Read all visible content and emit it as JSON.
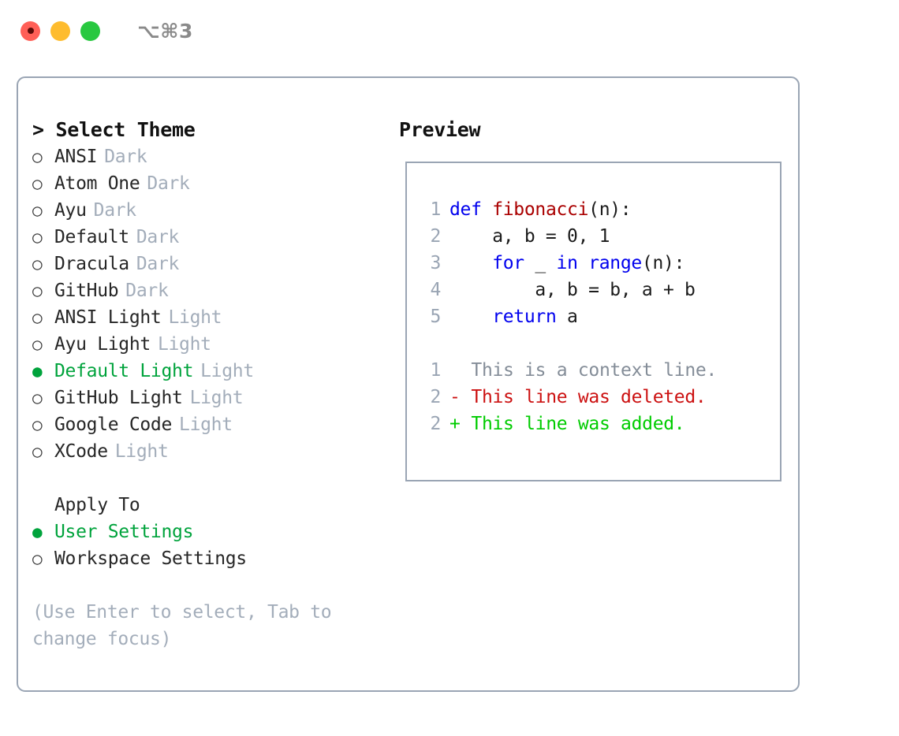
{
  "window": {
    "shortcut_label": "⌥⌘3",
    "traffic_lights": [
      "close",
      "minimize",
      "zoom"
    ],
    "accent_green": "#00a33c",
    "border_color": "#9aa5b4"
  },
  "left": {
    "header": "> Select Theme",
    "themes": [
      {
        "marker": "○",
        "name": "ANSI",
        "kind": "Dark",
        "selected": false
      },
      {
        "marker": "○",
        "name": "Atom One",
        "kind": "Dark",
        "selected": false
      },
      {
        "marker": "○",
        "name": "Ayu",
        "kind": "Dark",
        "selected": false
      },
      {
        "marker": "○",
        "name": "Default",
        "kind": "Dark",
        "selected": false
      },
      {
        "marker": "○",
        "name": "Dracula",
        "kind": "Dark",
        "selected": false
      },
      {
        "marker": "○",
        "name": "GitHub",
        "kind": "Dark",
        "selected": false
      },
      {
        "marker": "○",
        "name": "ANSI Light",
        "kind": "Light",
        "selected": false
      },
      {
        "marker": "○",
        "name": "Ayu Light",
        "kind": "Light",
        "selected": false
      },
      {
        "marker": "●",
        "name": "Default Light",
        "kind": "Light",
        "selected": true
      },
      {
        "marker": "○",
        "name": "GitHub Light",
        "kind": "Light",
        "selected": false
      },
      {
        "marker": "○",
        "name": "Google Code",
        "kind": "Light",
        "selected": false
      },
      {
        "marker": "○",
        "name": "XCode",
        "kind": "Light",
        "selected": false
      }
    ],
    "apply_to": {
      "title": "Apply To",
      "options": [
        {
          "marker": "●",
          "label": "User Settings",
          "selected": true
        },
        {
          "marker": "○",
          "label": "Workspace Settings",
          "selected": false
        }
      ]
    },
    "hint": "(Use Enter to select, Tab to change focus)"
  },
  "right": {
    "header": "Preview",
    "code_lines": [
      {
        "number": "1",
        "tokens": [
          {
            "text": "def ",
            "kind": "kw"
          },
          {
            "text": "fibonacci",
            "kind": "fn"
          },
          {
            "text": "(n):",
            "kind": "pl"
          }
        ]
      },
      {
        "number": "2",
        "tokens": [
          {
            "text": "    a, b = 0, 1",
            "kind": "pl"
          }
        ]
      },
      {
        "number": "3",
        "tokens": [
          {
            "text": "    ",
            "kind": "pl"
          },
          {
            "text": "for",
            "kind": "kw"
          },
          {
            "text": " _ ",
            "kind": "pl"
          },
          {
            "text": "in",
            "kind": "kw"
          },
          {
            "text": " ",
            "kind": "pl"
          },
          {
            "text": "range",
            "kind": "kw"
          },
          {
            "text": "(n):",
            "kind": "pl"
          }
        ]
      },
      {
        "number": "4",
        "tokens": [
          {
            "text": "        a, b = b, a + b",
            "kind": "pl"
          }
        ]
      },
      {
        "number": "5",
        "tokens": [
          {
            "text": "    ",
            "kind": "pl"
          },
          {
            "text": "return",
            "kind": "kw"
          },
          {
            "text": " a",
            "kind": "pl"
          }
        ]
      }
    ],
    "diff_lines": [
      {
        "number": "1",
        "sign": " ",
        "text": "This is a context line.",
        "kind": "context"
      },
      {
        "number": "2",
        "sign": "-",
        "text": "This line was deleted.",
        "kind": "deleted"
      },
      {
        "number": "2",
        "sign": "+",
        "text": "This line was added.",
        "kind": "added"
      }
    ]
  }
}
